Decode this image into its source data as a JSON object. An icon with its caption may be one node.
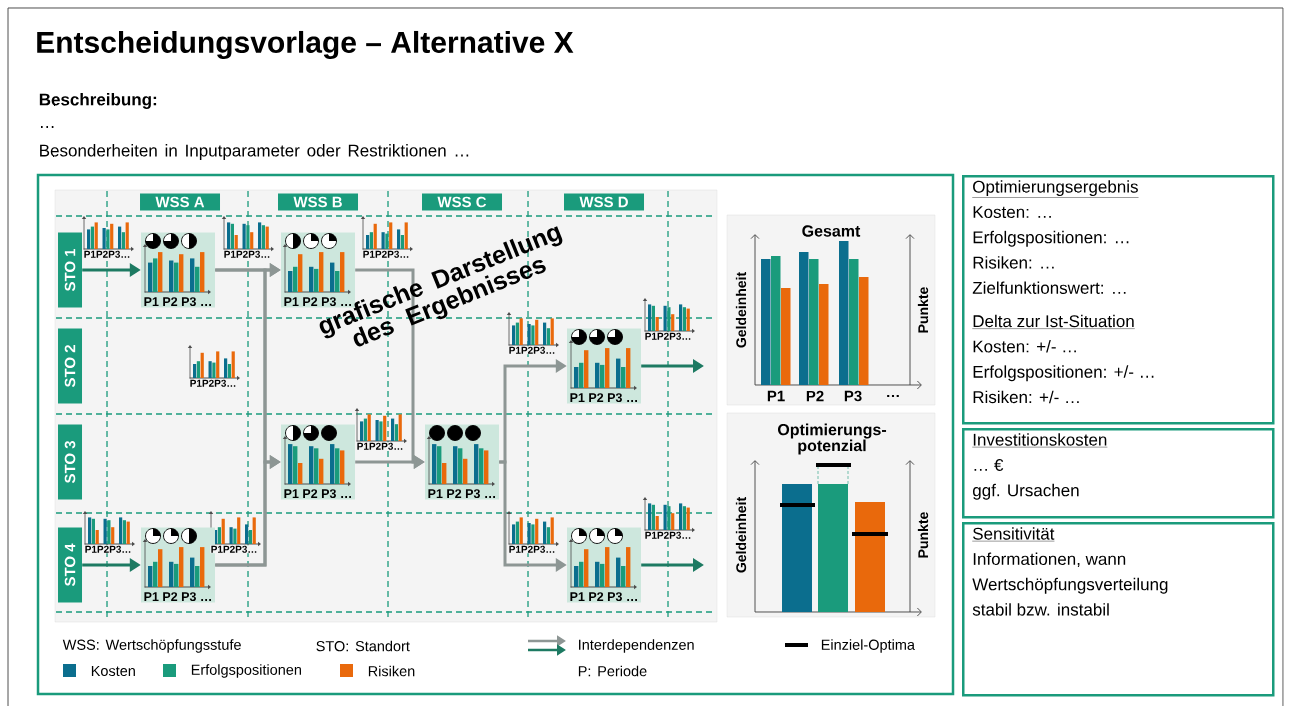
{
  "diagram": {
    "title": "Entscheidungsvorlage – Alternative X",
    "nodes": [
      {
        "text": [
          "WSS A"
        ]
      },
      {
        "text": [
          "WSS B"
        ]
      },
      {
        "text": [
          "WSS C"
        ]
      },
      {
        "text": [
          "WSS D"
        ]
      },
      {
        "text": [
          "STO 1"
        ]
      },
      {
        "text": [
          "STO 2"
        ]
      },
      {
        "text": [
          "STO 3"
        ]
      },
      {
        "text": [
          "STO 4"
        ]
      },
      {
        "text": [
          "P1 P2 P3 …"
        ]
      },
      {
        "text": [
          "P1 P2 P3 …"
        ]
      },
      {
        "text": [
          "P1 P2 P3 …"
        ]
      },
      {
        "text": [
          "P1 P2 P3 …"
        ]
      },
      {
        "text": [
          "P1 P2 P3 …"
        ]
      },
      {
        "text": [
          "P1 P2 P3 …"
        ]
      },
      {
        "text": [
          "P1 P2 P3 …"
        ]
      },
      {
        "text": [
          "Optimierungsergebnis",
          "Kosten: …",
          "Erfolgspositionen: …",
          "Risiken: …",
          "Zielfunktionswert: …",
          "Delta zur Ist-Situation",
          "Kosten: +/- …",
          "Erfolgspositionen: +/- …",
          "Risiken: +/- …"
        ]
      },
      {
        "text": [
          "Investitionskosten",
          "… €",
          "ggf. Ursachen"
        ]
      },
      {
        "text": [
          "Sensitivität",
          "Informationen, wann Wertschöpfungsverteilung stabil bzw. instabil"
        ]
      }
    ],
    "edges": [
      {
        "from": 4,
        "to": 8,
        "arrow": "to",
        "color": "#1d7a62"
      },
      {
        "from": 7,
        "to": 13,
        "arrow": "to",
        "color": "#1d7a62"
      },
      {
        "from": 8,
        "to": 9,
        "arrow": "to"
      },
      {
        "from": 8,
        "to": 11,
        "arrow": "to"
      },
      {
        "from": 13,
        "to": 9,
        "arrow": "to"
      },
      {
        "from": 13,
        "to": 11,
        "arrow": "to"
      },
      {
        "from": 9,
        "to": 12,
        "arrow": "to"
      },
      {
        "from": 11,
        "to": 12,
        "arrow": "to"
      },
      {
        "from": 12,
        "to": 10,
        "arrow": "to"
      },
      {
        "from": 12,
        "to": 14,
        "arrow": "to"
      },
      {
        "from": 10,
        "to": null,
        "arrow": "to",
        "color": "#1d7a62"
      },
      {
        "from": 14,
        "to": null,
        "arrow": "to",
        "color": "#1d7a62"
      }
    ],
    "labels": [
      "Beschreibung:",
      "…",
      "Besonderheiten in Inputparameter oder Restriktionen …",
      "P1P2P3…",
      "P1P2P3…",
      "P1P2P3…",
      "P1P2P3…",
      "P1P2P3…",
      "P1P2P3…",
      "P1P2P3…",
      "P1P2P3…",
      "P1P2P3…",
      "P1P2P3…",
      "P1P2P3…",
      "grafische Darstellung des Ergebnisses",
      "Gesamt",
      "Geldeinheit",
      "Punkte",
      "P1",
      "P2",
      "P3",
      "…",
      "Optimierungs- potenzial",
      "Geldeinheit",
      "Punkte",
      "WSS: Wertschöpfungsstufe",
      "STO: Standort",
      "P: Periode"
    ],
    "legend": [
      {
        "text": "Interdependenzen"
      },
      {
        "text": "Einziel-Optima"
      },
      {
        "text": "Kosten",
        "color": "#0b6e8e"
      },
      {
        "text": "Erfolgspositionen",
        "color": "#1a9b7c"
      },
      {
        "text": "Risiken",
        "color": "#e9690c"
      }
    ]
  }
}
